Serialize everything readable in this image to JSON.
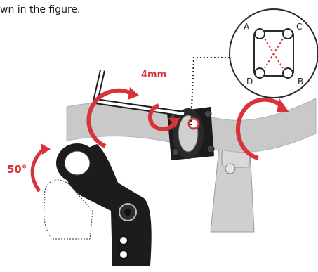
{
  "caption": "wn in the figure.",
  "labels": {
    "torque": "4mm",
    "angle": "50°",
    "bolt_a": "A",
    "bolt_b": "B",
    "bolt_c": "C",
    "bolt_d": "D"
  },
  "colors": {
    "accent_red": "#d8333a",
    "stem_black": "#1c1c1c",
    "bar_gray": "#c7c7c7",
    "outline": "#2b2b2b"
  }
}
